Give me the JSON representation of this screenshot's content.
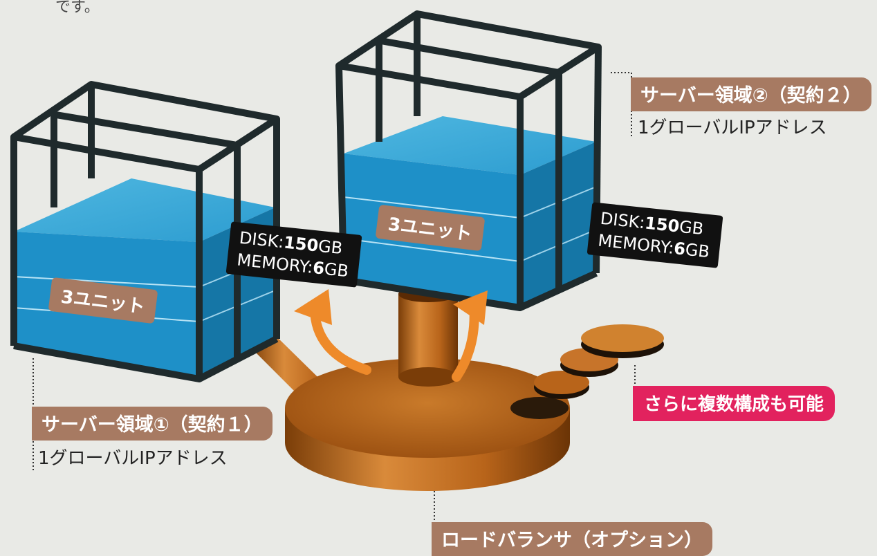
{
  "top_text": "です。",
  "server1": {
    "title": "サーバー領域①（契約１）",
    "subtitle": "1グローバルIPアドレス",
    "units": "3ユニット",
    "disk_label": "DISK:",
    "disk_value": "150",
    "disk_unit": "GB",
    "memory_label": "MEMORY:",
    "memory_value": "6",
    "memory_unit": "GB"
  },
  "server2": {
    "title": "サーバー領域②（契約２）",
    "subtitle": "1グローバルIPアドレス",
    "units": "3ユニット",
    "disk_label": "DISK:",
    "disk_value": "150",
    "disk_unit": "GB",
    "memory_label": "MEMORY:",
    "memory_value": "6",
    "memory_unit": "GB"
  },
  "load_balancer": "ロードバランサ（オプション）",
  "multi_config": "さらに複数構成も可能",
  "colors": {
    "background": "#e9eae6",
    "frame": "#1f2a2c",
    "block_top": "#3aa7d6",
    "block_side": "#1e8fc2",
    "copper": "#b8641a",
    "label_brown": "#a77a62",
    "label_pink": "#e2225e",
    "arrow": "#ee8a2a"
  }
}
